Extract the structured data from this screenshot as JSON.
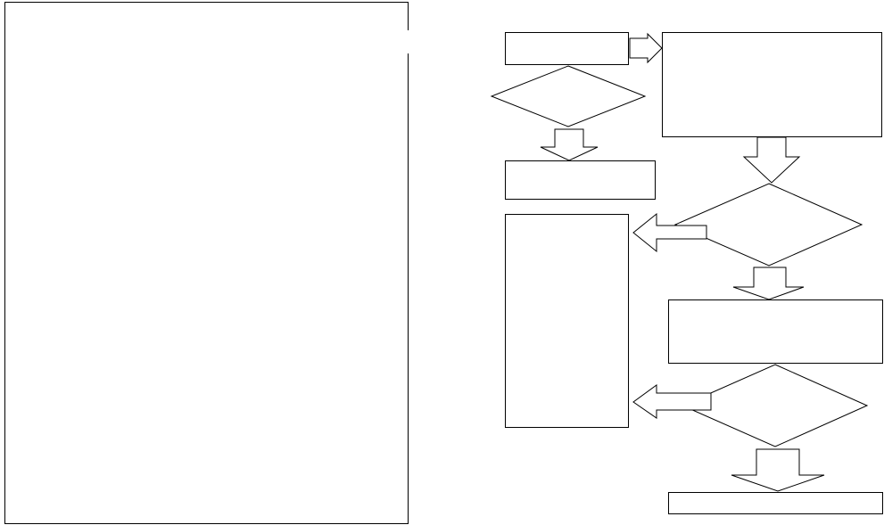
{
  "diagram": {
    "type": "flowchart",
    "line_color": "#000000",
    "fill_color": "#ffffff",
    "background": "#ffffff",
    "node_text_visible": false,
    "nodes": [
      {
        "id": "left-panel",
        "shape": "rectangle",
        "text": ""
      },
      {
        "id": "start-box",
        "shape": "rectangle",
        "text": ""
      },
      {
        "id": "decision-1",
        "shape": "diamond",
        "text": ""
      },
      {
        "id": "box-below-decision-1",
        "shape": "rectangle",
        "text": ""
      },
      {
        "id": "tall-result-box",
        "shape": "rectangle",
        "text": ""
      },
      {
        "id": "large-right-box",
        "shape": "rectangle",
        "text": ""
      },
      {
        "id": "decision-2",
        "shape": "diamond",
        "text": ""
      },
      {
        "id": "middle-right-box",
        "shape": "rectangle",
        "text": ""
      },
      {
        "id": "decision-3",
        "shape": "diamond",
        "text": ""
      },
      {
        "id": "end-box",
        "shape": "rectangle",
        "text": ""
      }
    ],
    "edges": [
      {
        "from": "start-box",
        "to": "large-right-box",
        "style": "block-arrow"
      },
      {
        "from": "decision-1",
        "to": "box-below-decision-1",
        "style": "block-arrow"
      },
      {
        "from": "large-right-box",
        "to": "decision-2",
        "style": "block-arrow"
      },
      {
        "from": "decision-2",
        "to": "tall-result-box",
        "style": "block-arrow"
      },
      {
        "from": "decision-2",
        "to": "middle-right-box",
        "style": "block-arrow"
      },
      {
        "from": "decision-3",
        "to": "tall-result-box",
        "style": "block-arrow"
      },
      {
        "from": "decision-3",
        "to": "end-box",
        "style": "block-arrow"
      }
    ]
  }
}
